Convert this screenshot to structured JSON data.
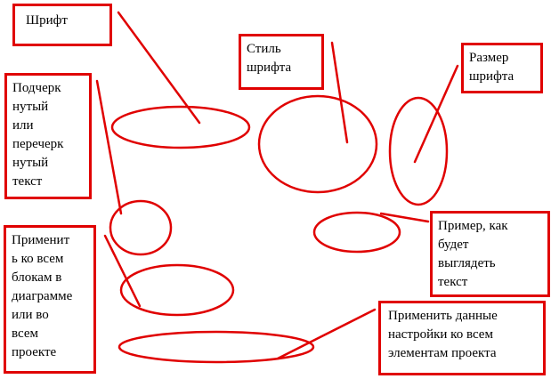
{
  "annotations": [
    {
      "id": "font",
      "text": "Шрифт"
    },
    {
      "id": "style",
      "text": "Стиль\nшрифта"
    },
    {
      "id": "size",
      "text": "Размер\nшрифта"
    },
    {
      "id": "underline",
      "text": "Подчерк\nнутый\nили\nперечерк\nнутый\nтекст"
    },
    {
      "id": "apply",
      "text": "Применит\nь ко всем\nблокам в\nдиаграмме\nили во\nвсем\nпроекте"
    },
    {
      "id": "sample",
      "text": "Пример, как\nбудет\nвыглядеть\nтекст"
    },
    {
      "id": "applyall",
      "text": "Применить данные\nнастройки ко всем\nэлементам проекта"
    }
  ],
  "colors": {
    "annotation": "#e00000",
    "text": "#000000",
    "background": "#ffffff"
  }
}
